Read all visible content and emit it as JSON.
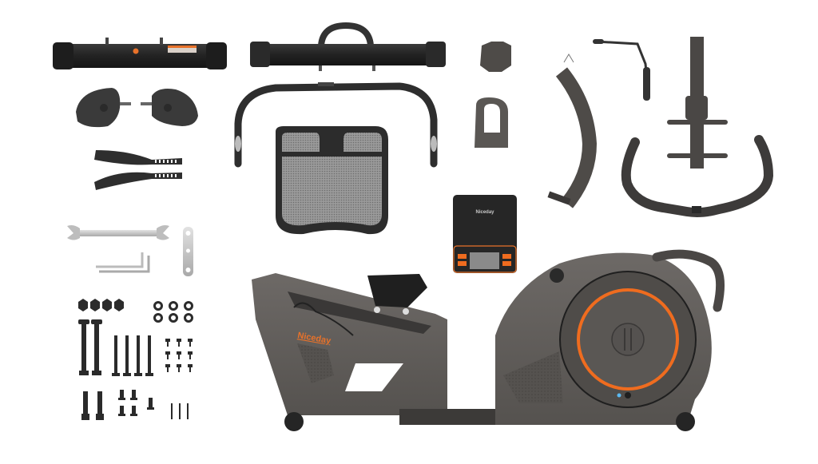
{
  "scene": {
    "description": "Recumbent exercise bike parts layout (flat lay)",
    "background": "#ffffff"
  },
  "brand": {
    "name": "Niceday",
    "color": "#e8722a"
  },
  "colors": {
    "frame_gray": "#5e5b58",
    "frame_dark": "#3f3d3b",
    "tube_black": "#2b2b2b",
    "accent_orange": "#ef6c1f",
    "metal_silver": "#c9c9c9",
    "led_blue": "#5bb8f0",
    "mesh_gray": "#8d8d8d"
  },
  "parts": [
    {
      "id": "front-stabilizer",
      "label": "Front stabilizer tube"
    },
    {
      "id": "rear-stabilizer",
      "label": "Rear stabilizer tube with handle"
    },
    {
      "id": "pedals",
      "label": "Pedals (left / right)"
    },
    {
      "id": "pedal-straps",
      "label": "Pedal straps"
    },
    {
      "id": "tools",
      "label": "Wrench, hex keys, multi-tool"
    },
    {
      "id": "hardware",
      "label": "Bolts, nuts, washers, screws"
    },
    {
      "id": "seat-handlebar",
      "label": "Seat side handlebar"
    },
    {
      "id": "backrest",
      "label": "Mesh backrest"
    },
    {
      "id": "seat-cushion",
      "label": "Seat cushion pad"
    },
    {
      "id": "console",
      "label": "Display console",
      "brand_label": "Niceday"
    },
    {
      "id": "console-mast",
      "label": "Console mast / upright post"
    },
    {
      "id": "tension-knob",
      "label": "Adjustment lever handle"
    },
    {
      "id": "seat-bracket",
      "label": "Backrest bracket"
    },
    {
      "id": "front-handlebar",
      "label": "Front handlebar"
    },
    {
      "id": "main-frame",
      "label": "Main frame with flywheel",
      "brand_label": "Niceday"
    }
  ]
}
